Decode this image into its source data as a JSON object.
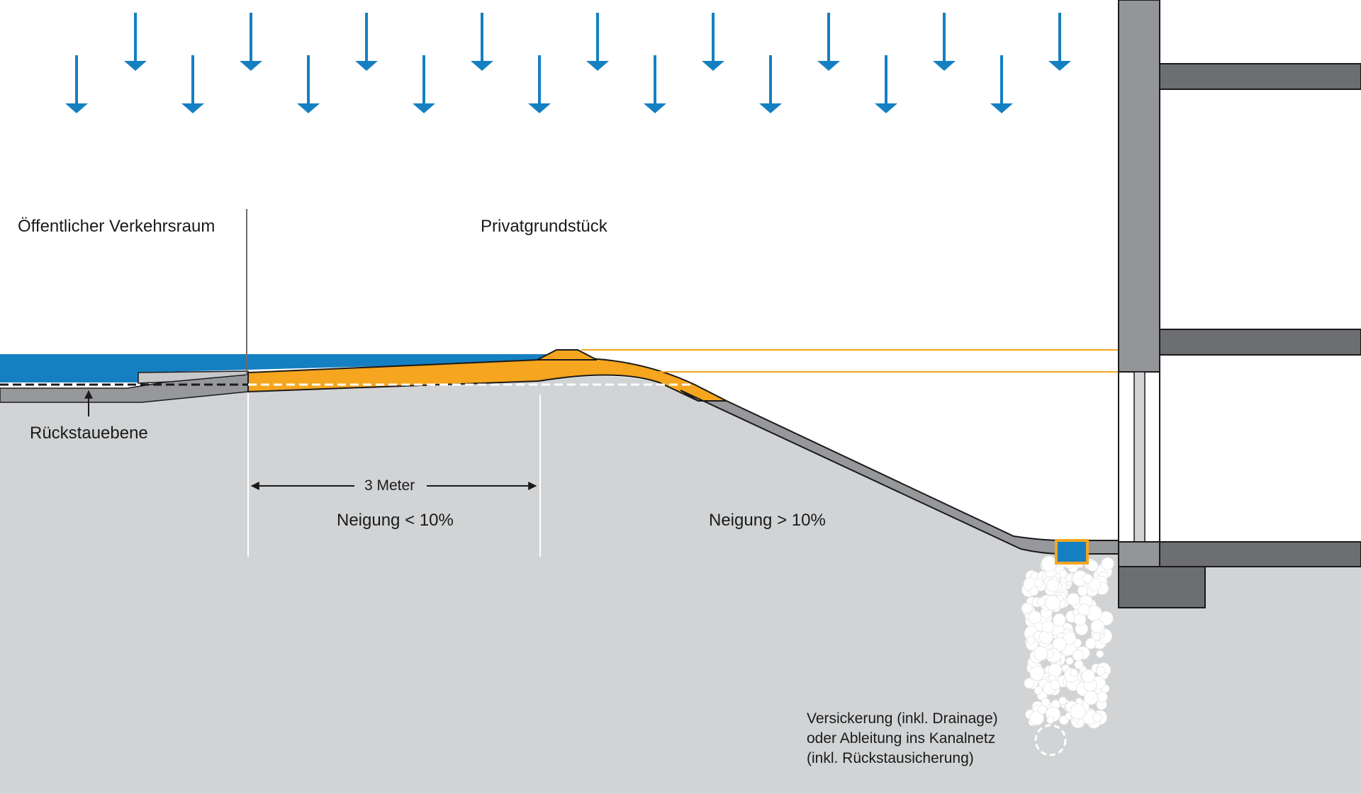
{
  "labels": {
    "public_area": "Öffentlicher Verkehrsraum",
    "private_property": "Privatgrundstück",
    "backwater_level": "Rückstauebene",
    "distance": "3 Meter",
    "slope_less": "Neigung < 10%",
    "slope_greater": "Neigung > 10%",
    "infiltration_line1": "Versickerung  (inkl. Drainage)",
    "infiltration_line2": "oder Ableitung ins Kanalnetz",
    "infiltration_line3": "(inkl. Rückstausicherung)"
  },
  "colors": {
    "rain": "#1580c1",
    "water": "#1580c1",
    "ramp": "#f5a51e",
    "ground": "#d1d3d5",
    "pavement": "#97989b",
    "wall": "#939598",
    "slab": "#6d6e71",
    "outline": "#1a1a1a"
  },
  "icons": {
    "rain": "arrow-down-icon",
    "gravel": "gravel-pebbles-icon"
  }
}
